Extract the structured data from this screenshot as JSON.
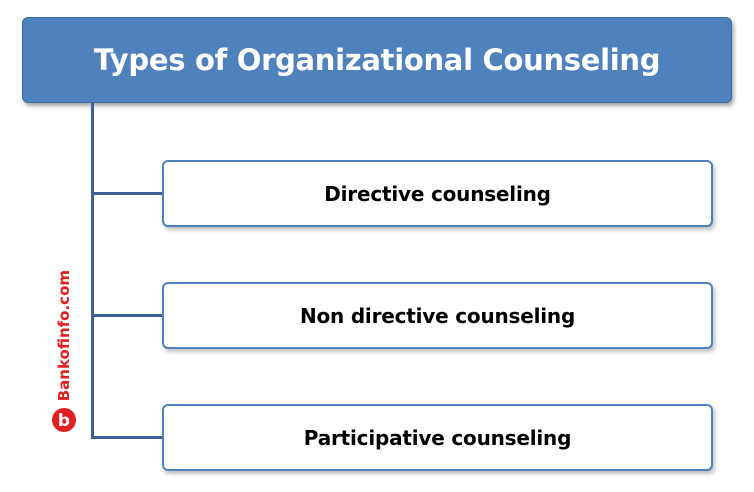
{
  "diagram": {
    "title": "Types of Organizational Counseling",
    "items": [
      {
        "label": "Directive counseling"
      },
      {
        "label": "Non directive counseling"
      },
      {
        "label": "Participative counseling"
      }
    ]
  },
  "watermark": {
    "text": "Bankofinfo.com",
    "logo_icon": "b-logo-icon"
  },
  "colors": {
    "title_fill": "#4f81bd",
    "title_text": "#ffffff",
    "box_border": "#4f81bd",
    "connector": "#3d6095",
    "watermark": "#e02020"
  }
}
